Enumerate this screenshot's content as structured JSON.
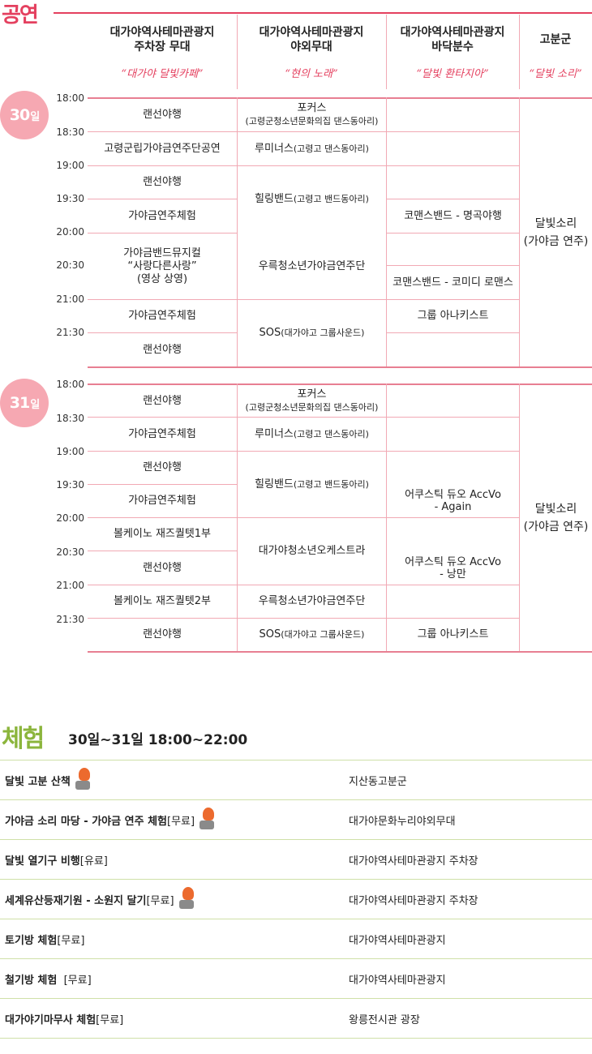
{
  "performance": {
    "title": "공연",
    "columns": [
      {
        "name": "대가야역사테마관광지\n주차장 무대",
        "subtitle": "“대가야 달빛카페”"
      },
      {
        "name": "대가야역사테마관광지\n야외무대",
        "subtitle": "“현의 노래”"
      },
      {
        "name": "대가야역사테마관광지\n바닥분수",
        "subtitle": "“달빛 환타지아”"
      },
      {
        "name": "고분군",
        "subtitle": "“달빛 소리”"
      }
    ],
    "times": [
      "18:00",
      "18:30",
      "19:00",
      "19:30",
      "20:00",
      "20:30",
      "21:00",
      "21:30"
    ],
    "day30": {
      "label": "30",
      "unit": "일",
      "col1": [
        "랜선야행",
        "고령군립가야금연주단공연",
        "랜선야행",
        "가야금연주체험",
        "가야금밴드뮤지컬\n“사랑다른사랑”\n(영상 상영)",
        "가야금연주체험",
        "랜선야행"
      ],
      "col2": {
        "focus": "포커스",
        "focus_sub": "(고령군청소년문화의집 댄스동아리)",
        "luminous": "루미너스",
        "luminous_sub": "(고령고 댄스동아리)",
        "healing": "힐링밴드",
        "healing_sub": "(고령고 밴드동아리)",
        "woorok": "우륵청소년가야금연주단",
        "sos": "SOS",
        "sos_sub": "(대가야고 그룹사운드)"
      },
      "col3": [
        "코맨스밴드 - 명곡야행",
        "코맨스밴드 - 코미디 로맨스",
        "그룹 아나키스트"
      ],
      "col4": "달빛소리\n(가야금 연주)"
    },
    "day31": {
      "label": "31",
      "unit": "일",
      "col1": [
        "랜선야행",
        "가야금연주체험",
        "랜선야행",
        "가야금연주체험",
        "볼케이노 재즈퀄텟1부",
        "랜선야행",
        "볼케이노 재즈퀄텟2부",
        "랜선야행"
      ],
      "col2": {
        "focus": "포커스",
        "focus_sub": "(고령군청소년문화의집 댄스동아리)",
        "luminous": "루미너스",
        "luminous_sub": "(고령고 댄스동아리)",
        "healing": "힐링밴드",
        "healing_sub": "(고령고 밴드동아리)",
        "orchestra": "대가야청소년오케스트라",
        "woorok": "우륵청소년가야금연주단",
        "sos": "SOS",
        "sos_sub": "(대가야고 그룹사운드)"
      },
      "col3": [
        "어쿠스틱 듀오 AccVo\n- Again",
        "어쿠스틱 듀오 AccVo\n- 낭만",
        "그룹 아나키스트"
      ],
      "col4": "달빛소리\n(가야금 연주)"
    }
  },
  "experience": {
    "title": "체험",
    "period": "30일~31일 18:00~22:00",
    "items": [
      {
        "name": "달빛 고분 산책",
        "fee": "",
        "stamp": true,
        "place": "지산동고분군"
      },
      {
        "name": "가야금 소리 마당 - 가야금 연주 체험",
        "fee": " [무료]",
        "stamp": true,
        "place": "대가야문화누리야외무대"
      },
      {
        "name": "달빛 열기구 비행",
        "fee": " [유료]",
        "stamp": false,
        "place": "대가야역사테마관광지 주차장"
      },
      {
        "name": "세계유산등재기원 - 소원지 달기",
        "fee": " [무료]",
        "stamp": true,
        "place": "대가야역사테마관광지 주차장"
      },
      {
        "name": "토기방 체험",
        "fee": " [무료]",
        "stamp": false,
        "place": "대가야역사테마관광지"
      },
      {
        "name": "철기방 체험",
        "fee": "  [무료]",
        "stamp": false,
        "place": "대가야역사테마관광지"
      },
      {
        "name": "대가야기마무사 체험",
        "fee": " [무료]",
        "stamp": false,
        "place": "왕릉전시관 광장"
      }
    ],
    "stamp_icon": "stamp-icon",
    "accent_color": "#8bb53c"
  },
  "colors": {
    "accent": "#e4405f",
    "grid": "#f1a9b4",
    "badge": "#f6a8b2"
  }
}
